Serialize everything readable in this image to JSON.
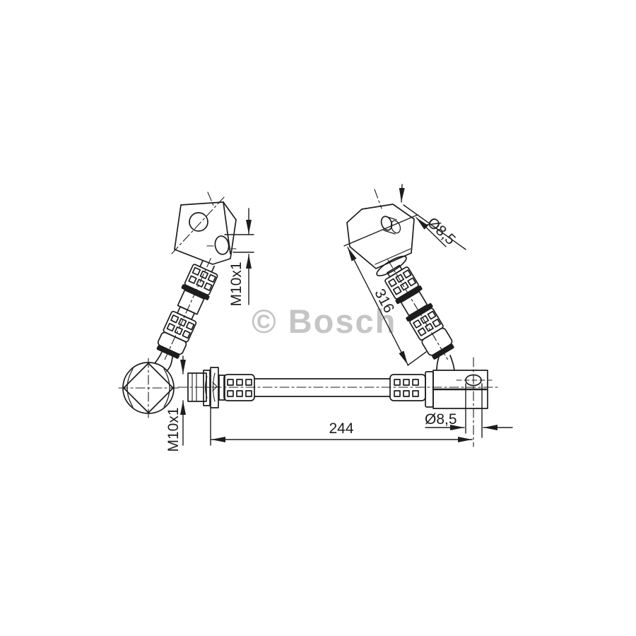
{
  "image": {
    "background": "#ffffff",
    "line_color": "#1d1d1d"
  },
  "watermark": {
    "text": "© Bosch",
    "color": "#c5c5c5"
  },
  "annotations": {
    "thread_top": "M10x1",
    "eye_top": "Ø8,5",
    "hose_upper": "316",
    "hose_lower": "244",
    "thread_bottom": "M10x1",
    "eye_bottom": "Ø8,5"
  }
}
